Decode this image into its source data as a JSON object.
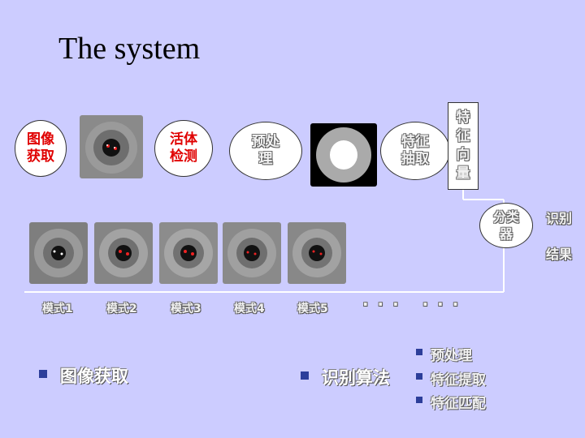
{
  "title": "The system",
  "pipeline": {
    "acquire": "图像\n获取",
    "liveness": "活体\n检测",
    "preprocess": "预处\n理",
    "feature_extract": "特征\n抽取",
    "feature_vector": "特\n征\n向\n量",
    "classifier": "分类\n器"
  },
  "result": {
    "line1": "识别",
    "line2": "结果"
  },
  "modes": [
    "模式1",
    "模式2",
    "模式3",
    "模式4",
    "模式5"
  ],
  "ellipsis": ". . .   . . .",
  "bullets": {
    "acquire": "图像获取",
    "algorithm": "识别算法",
    "sub": [
      "预处理",
      "特征提取",
      "特征匹配"
    ]
  },
  "colors": {
    "background": "#ccccff",
    "accent_red": "#e00000",
    "bullet": "#2c3e9a"
  }
}
